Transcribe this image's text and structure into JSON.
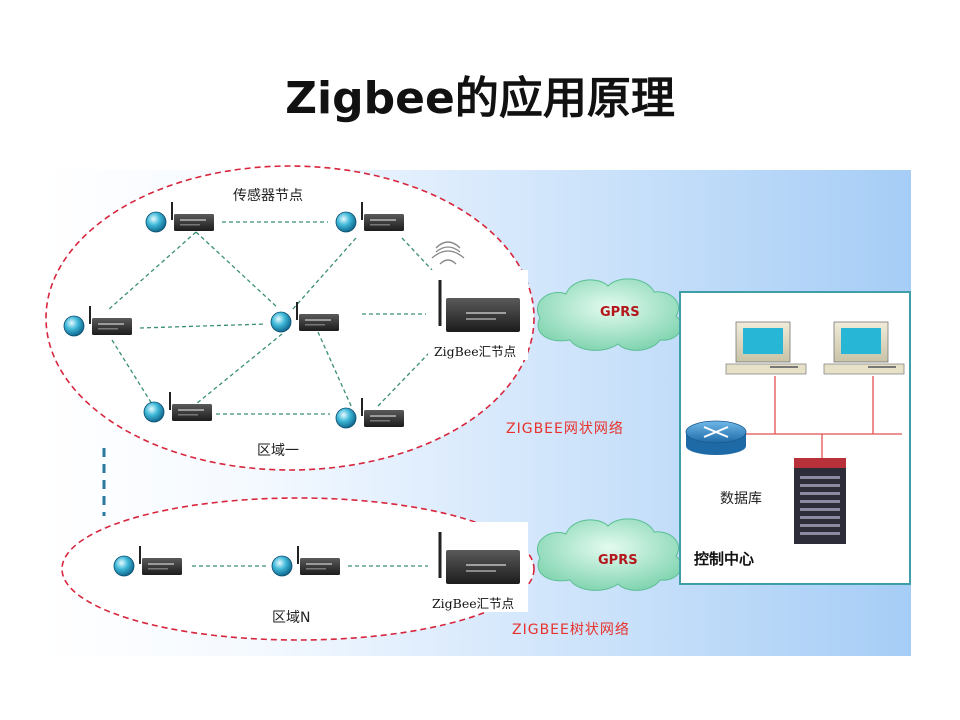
{
  "title": "Zigbee的应用原理",
  "colors": {
    "mesh_label": "#e8322c",
    "zone_border": "#d7263d",
    "link_line": "#3a8f73",
    "frame": "#3f9ea8",
    "bus_line": "#e25050",
    "cloud": "#8fd9b9",
    "background_start": "#ffffff",
    "background_end": "#a6cdf6"
  },
  "zone1": {
    "sensor_label": "传感器节点",
    "zone_label": "区域一",
    "sink_label": "ZigBee汇节点",
    "network_label": "ZIGBEE网状网络"
  },
  "zoneN": {
    "zone_label": "区域N",
    "sink_label": "ZigBee汇节点",
    "network_label": "ZIGBEE树状网络"
  },
  "clouds": {
    "upper": "GPRS",
    "lower": "GPRS"
  },
  "control": {
    "database_label": "数据库",
    "center_label": "控制中心"
  },
  "icons": {
    "node": "sensor-node-icon",
    "sink": "sink-node-icon",
    "computer": "computer-icon",
    "router": "router-icon",
    "server": "server-rack-icon",
    "signal": "wireless-signal-icon"
  }
}
